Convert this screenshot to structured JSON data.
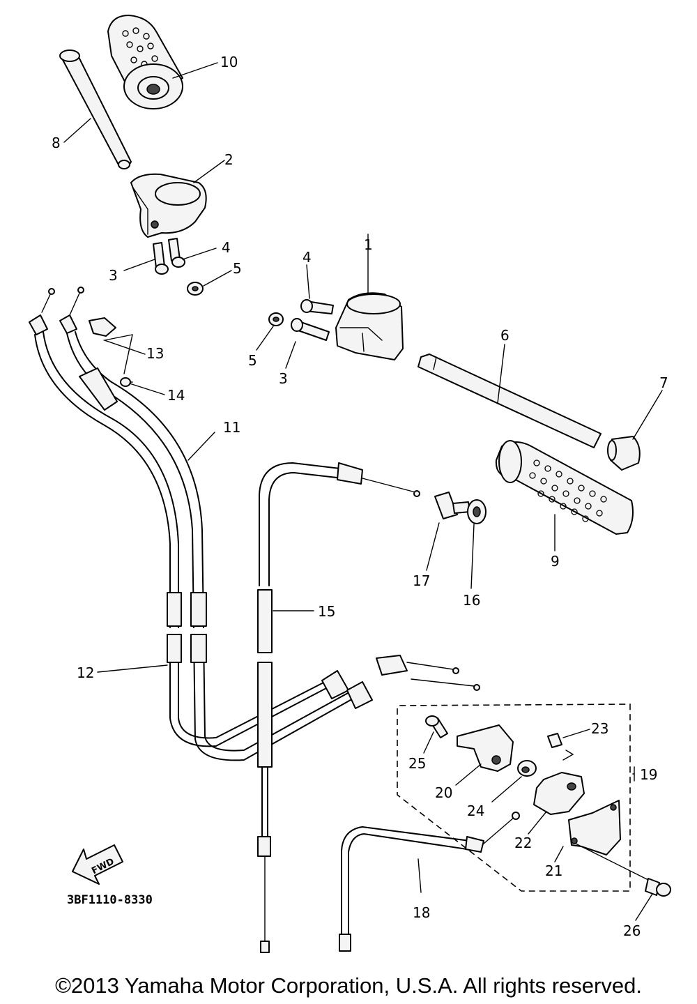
{
  "diagram": {
    "part_code": "3BF1110-8330",
    "fwd_label": "FWD",
    "callouts": [
      {
        "id": "c1",
        "label": "1"
      },
      {
        "id": "c2",
        "label": "2"
      },
      {
        "id": "c3a",
        "label": "3"
      },
      {
        "id": "c3b",
        "label": "3"
      },
      {
        "id": "c4a",
        "label": "4"
      },
      {
        "id": "c4b",
        "label": "4"
      },
      {
        "id": "c5a",
        "label": "5"
      },
      {
        "id": "c5b",
        "label": "5"
      },
      {
        "id": "c6",
        "label": "6"
      },
      {
        "id": "c7",
        "label": "7"
      },
      {
        "id": "c8",
        "label": "8"
      },
      {
        "id": "c9",
        "label": "9"
      },
      {
        "id": "c10",
        "label": "10"
      },
      {
        "id": "c11",
        "label": "11"
      },
      {
        "id": "c12",
        "label": "12"
      },
      {
        "id": "c13",
        "label": "13"
      },
      {
        "id": "c14",
        "label": "14"
      },
      {
        "id": "c15",
        "label": "15"
      },
      {
        "id": "c16",
        "label": "16"
      },
      {
        "id": "c17",
        "label": "17"
      },
      {
        "id": "c18",
        "label": "18"
      },
      {
        "id": "c19",
        "label": "19"
      },
      {
        "id": "c20",
        "label": "20"
      },
      {
        "id": "c21",
        "label": "21"
      },
      {
        "id": "c22",
        "label": "22"
      },
      {
        "id": "c23",
        "label": "23"
      },
      {
        "id": "c24",
        "label": "24"
      },
      {
        "id": "c25",
        "label": "25"
      },
      {
        "id": "c26",
        "label": "26"
      }
    ]
  },
  "footer": {
    "copyright": "©2013 Yamaha Motor Corporation, U.S.A. All rights reserved."
  }
}
